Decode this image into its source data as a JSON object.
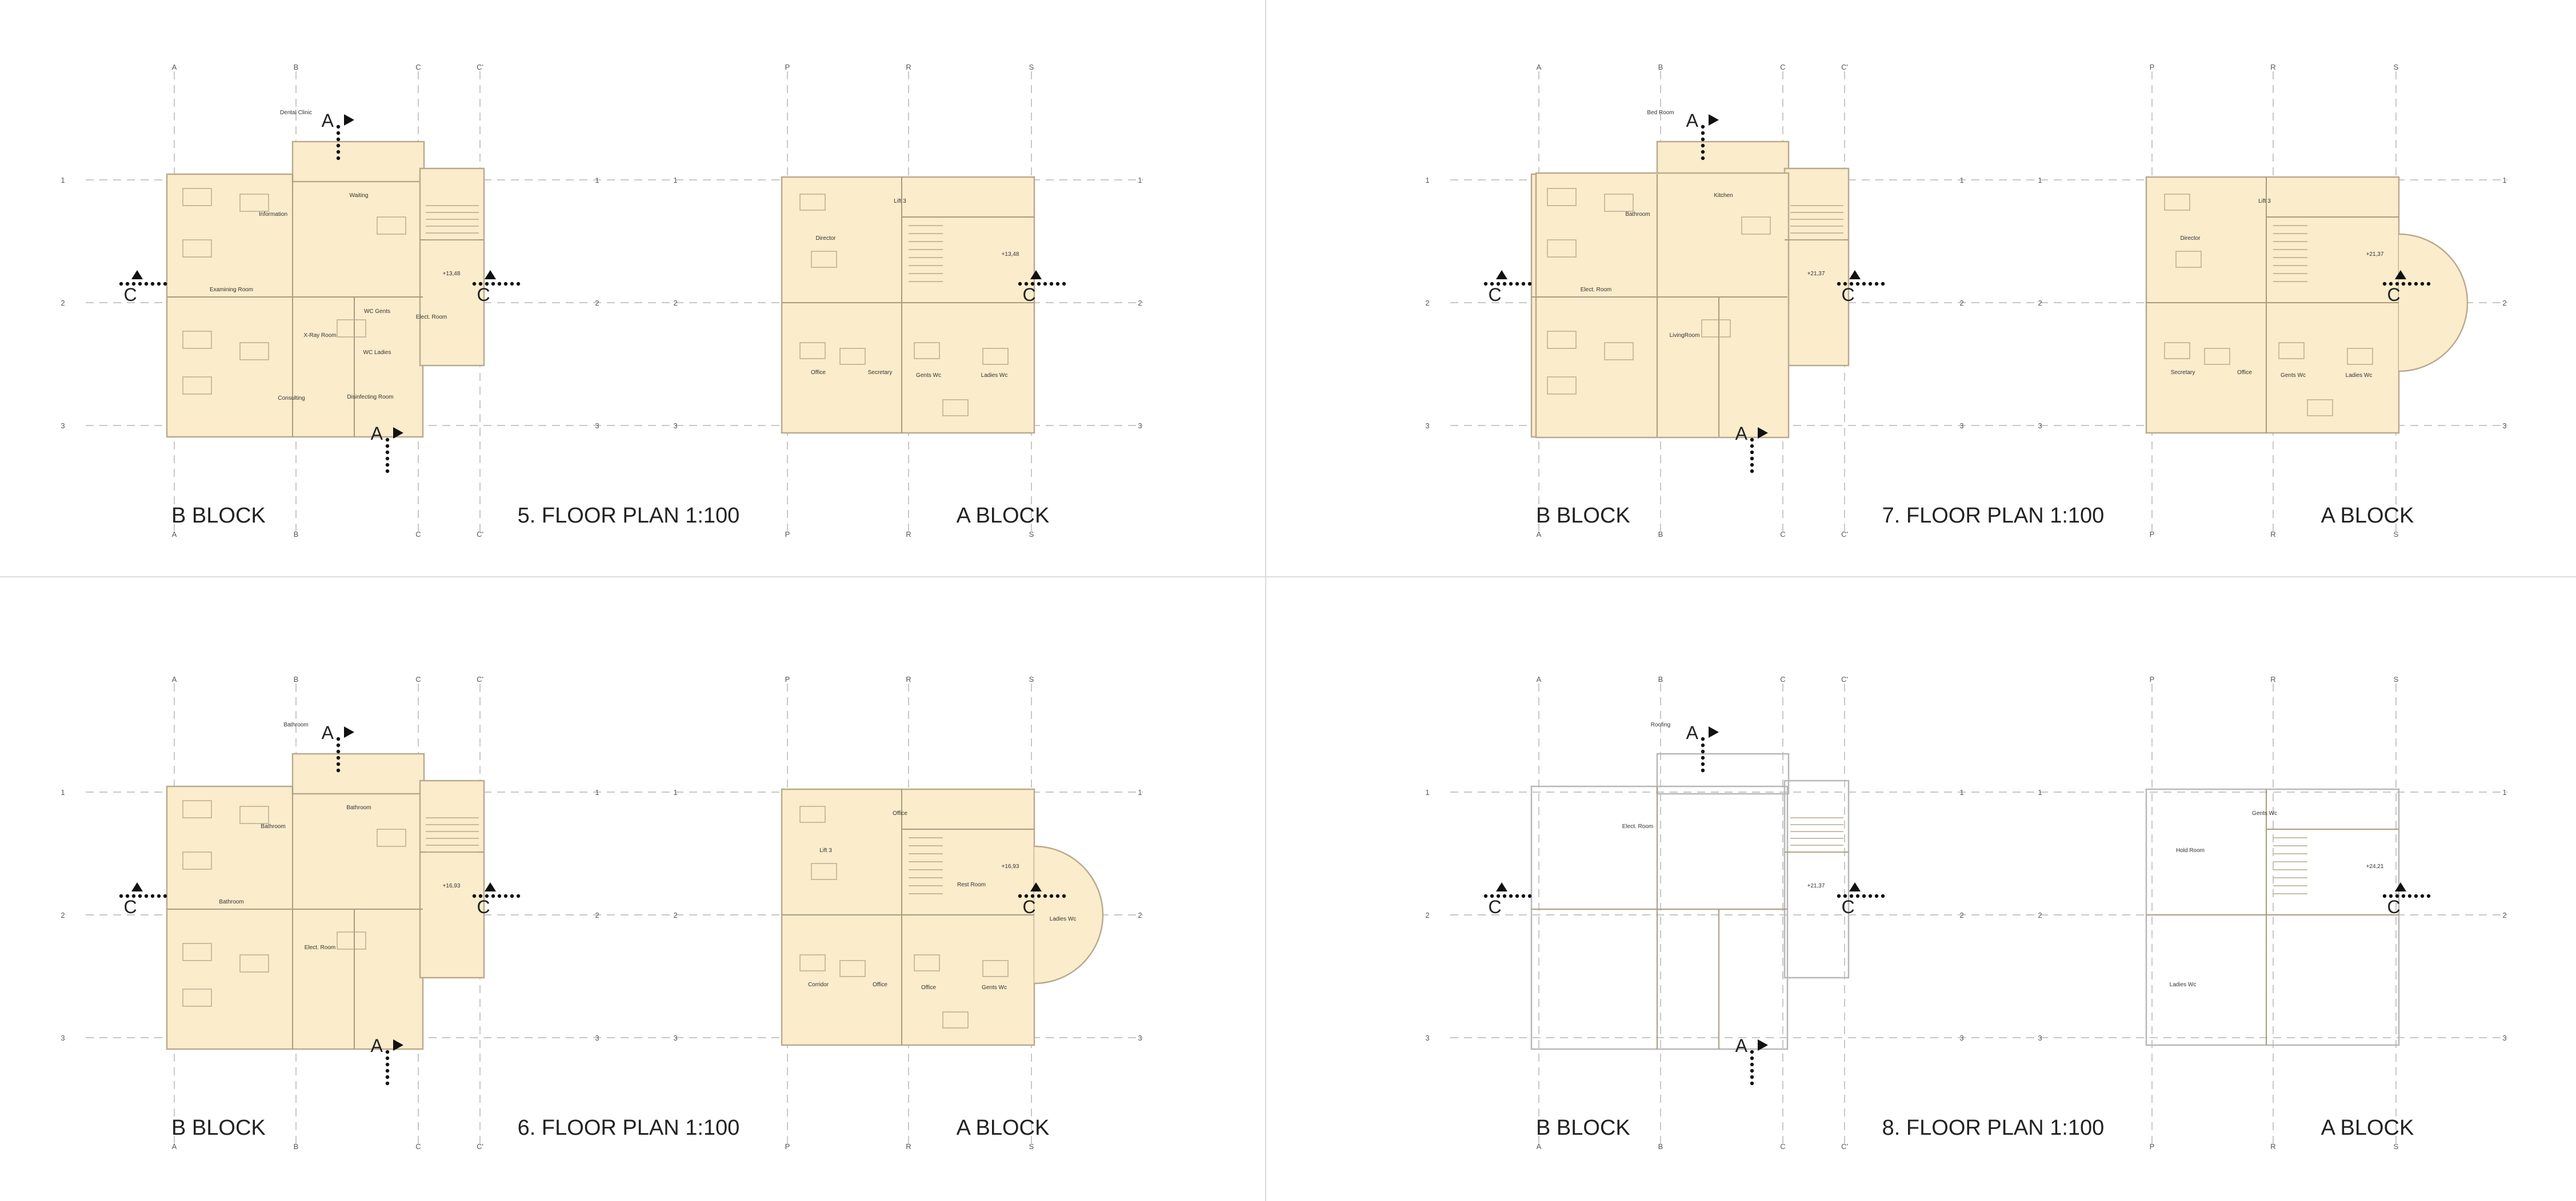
{
  "panels": [
    {
      "id": "p5",
      "title": "5. FLOOR PLAN 1:100",
      "b_block": "B BLOCK",
      "a_block": "A BLOCK",
      "b_rooms": [
        "Dental Clinic",
        "Information",
        "Waiting",
        "Examining Room",
        "X-Ray Room",
        "WC Gents",
        "WC Ladies",
        "Elect. Room",
        "Consulting",
        "Disinfecting Room"
      ],
      "b_level": "+13,48",
      "a_rooms": [
        "Director",
        "Lift 3",
        "Office",
        "Secretary",
        "Gents Wc",
        "Ladies Wc"
      ],
      "a_level": "+13,48",
      "filled": true,
      "rotunda": false
    },
    {
      "id": "p7",
      "title": "7. FLOOR PLAN 1:100",
      "b_block": "B BLOCK",
      "a_block": "A BLOCK",
      "b_rooms": [
        "Bed Room",
        "Bathroom",
        "Kitchen",
        "Elect. Room",
        "LivingRoom"
      ],
      "b_level": "+21,37",
      "a_rooms": [
        "Director",
        "Lift 3",
        "Secretary",
        "Office",
        "Gents Wc",
        "Ladies Wc"
      ],
      "a_level": "+21,37",
      "filled": true,
      "rotunda": true
    },
    {
      "id": "p6",
      "title": "6. FLOOR PLAN 1:100",
      "b_block": "B BLOCK",
      "a_block": "A BLOCK",
      "b_rooms": [
        "Bathroom",
        "Bathroom",
        "Bathroom",
        "Bathroom",
        "Elect. Room"
      ],
      "b_level": "+16,93",
      "a_rooms": [
        "Lift 3",
        "Office",
        "Corridor",
        "Office",
        "Office",
        "Gents Wc",
        "Ladies Wc",
        "Rest Room"
      ],
      "a_level": "+16,93",
      "filled": true,
      "rotunda": true
    },
    {
      "id": "p8",
      "title": "8. FLOOR PLAN 1:100",
      "b_block": "B BLOCK",
      "a_block": "A BLOCK",
      "b_rooms": [
        "Roofing",
        "Elect. Room"
      ],
      "b_level": "+21,37",
      "a_rooms": [
        "Hold Room",
        "Gents Wc",
        "Ladies Wc"
      ],
      "a_level": "+24,21",
      "filled": false,
      "rotunda": false
    }
  ],
  "grid_b": [
    "A",
    "B",
    "C",
    "C'"
  ],
  "grid_a": [
    "P",
    "R",
    "S"
  ],
  "grid_rows": [
    "1",
    "2",
    "3"
  ],
  "section_a": "A",
  "section_c": "C",
  "colors": {
    "fill": "#fbeccb",
    "wall": "#a89b80",
    "grid": "#c8c8c8"
  }
}
